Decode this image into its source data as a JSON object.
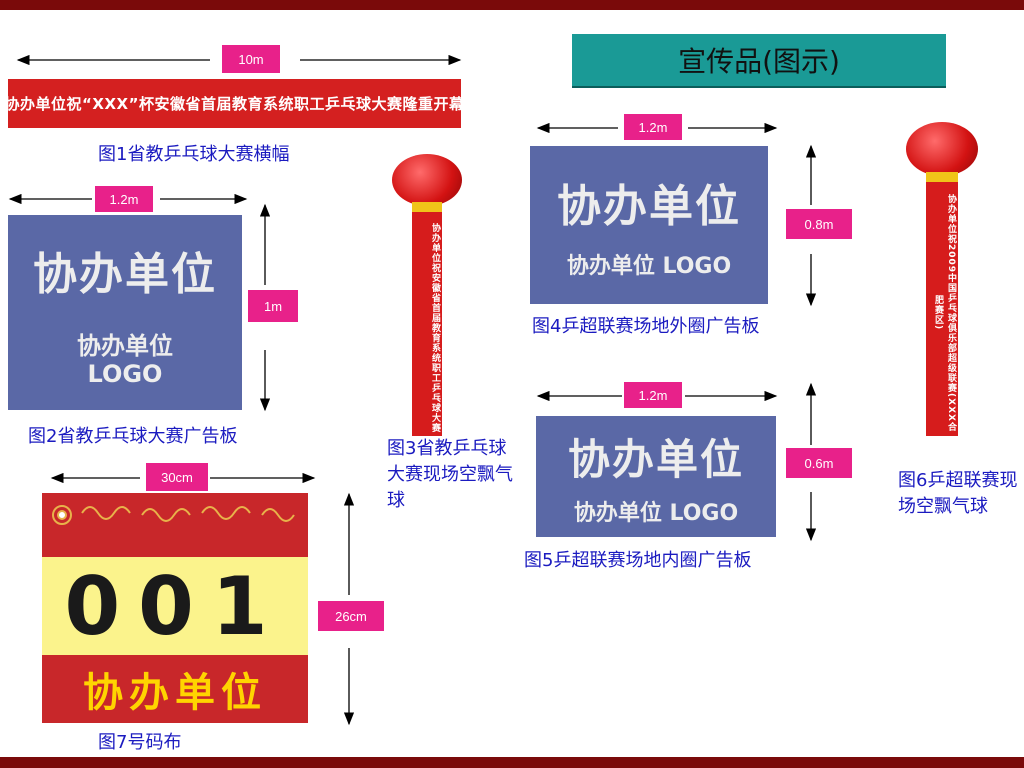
{
  "title": "宣传品(图示)",
  "figures": {
    "fig1": {
      "caption": "图1省教乒乓球大赛横幅",
      "width_label": "10m",
      "banner_text": "协办单位祝“XXX”杯安徽省首届教育系统职工乒乓球大赛隆重开幕"
    },
    "fig2": {
      "caption": "图2省教乒乓球大赛广告板",
      "width_label": "1.2m",
      "height_label": "1m",
      "main_text": "协办单位",
      "sub_line1": "协办单位",
      "sub_line2": "LOGO"
    },
    "fig3": {
      "caption": "图3省教乒乓球大赛现场空飘气球",
      "tube_text": "协办单位祝安徽省首届教育系统职工乒乓球大赛"
    },
    "fig4": {
      "caption": "图4乒超联赛场地外圈广告板",
      "width_label": "1.2m",
      "height_label": "0.8m",
      "main_text": "协办单位",
      "sub_text": "协办单位 LOGO"
    },
    "fig5": {
      "caption": "图5乒超联赛场地内圈广告板",
      "width_label": "1.2m",
      "height_label": "0.6m",
      "main_text": "协办单位",
      "sub_text": "协办单位 LOGO"
    },
    "fig6": {
      "caption": "图6乒超联赛现场空飘气球",
      "tube_text": "协办单位祝2009中国乒乓球俱乐部超级联赛(XXX合肥赛区)"
    },
    "fig7": {
      "caption": "图7号码布",
      "width_label": "30cm",
      "height_label": "26cm",
      "number": "001",
      "sponsor": "协办单位"
    }
  },
  "colors": {
    "frame": "#7a0a0a",
    "title_bg": "#1a9a96",
    "tag": "#e8218a",
    "board": "#5a68a6",
    "banner": "#d42020",
    "caption": "#1b1bc0"
  }
}
